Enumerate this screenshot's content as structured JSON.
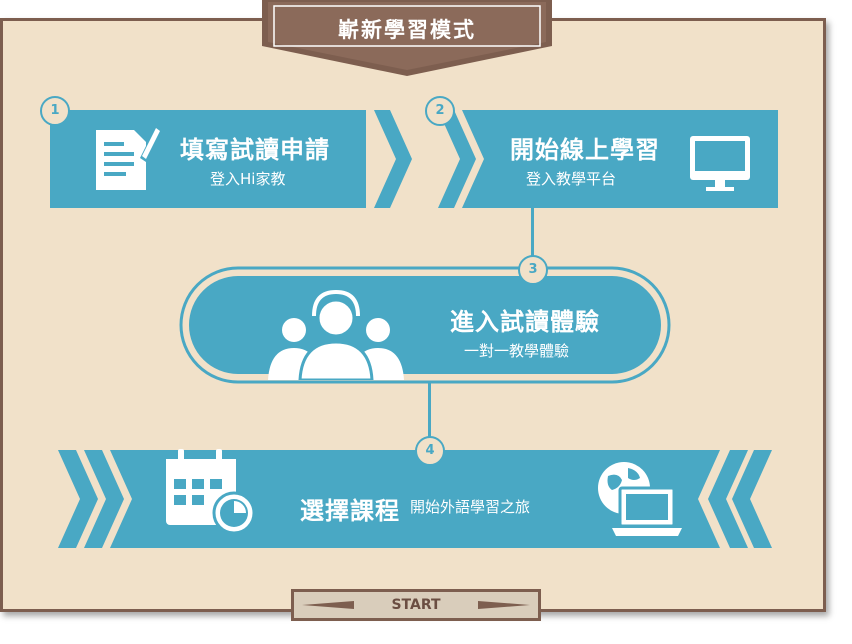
{
  "header": {
    "title": "嶄新學習模式"
  },
  "steps": [
    {
      "number": "1",
      "title": "填寫試讀申請",
      "subtitle": "登入Hi家教"
    },
    {
      "number": "2",
      "title": "開始線上學習",
      "subtitle": "登入教學平台"
    },
    {
      "number": "3",
      "title": "進入試讀體驗",
      "subtitle": "一對一教學體驗"
    },
    {
      "number": "4",
      "title": "選擇課程",
      "subtitle": "開始外語學習之旅"
    }
  ],
  "footer": {
    "start_label": "START"
  },
  "colors": {
    "accent": "#49a8c4",
    "board": "#f1e1c9",
    "frame": "#7d5e4f",
    "badge": "#8b6a5a"
  },
  "icons": [
    "document-pen-icon",
    "monitor-icon",
    "headset-people-icon",
    "calendar-clock-icon",
    "globe-laptop-icon",
    "chevron-right-icon",
    "chevron-left-icon"
  ]
}
